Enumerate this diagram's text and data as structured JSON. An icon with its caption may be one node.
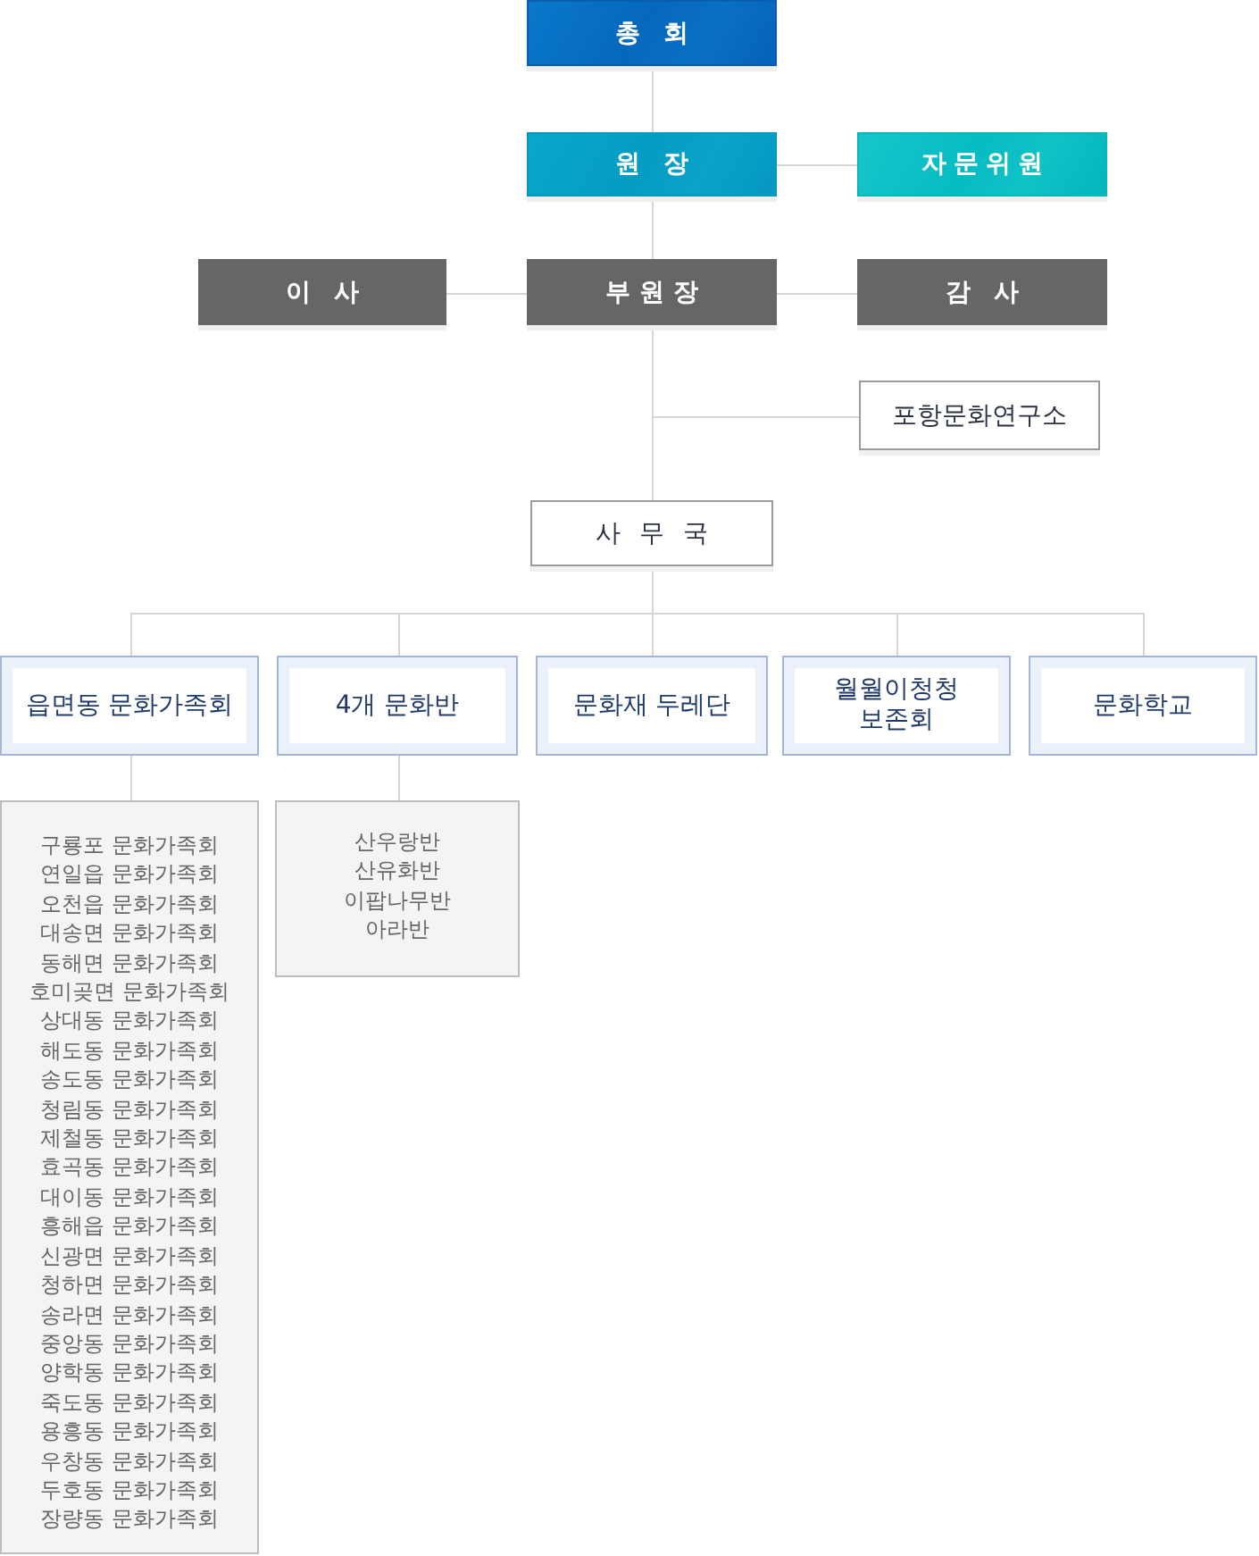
{
  "diagram": {
    "nodes": [
      {
        "text": [
          "총 회"
        ]
      },
      {
        "text": [
          "원 장"
        ]
      },
      {
        "text": [
          "자문위원"
        ]
      },
      {
        "text": [
          "이 사"
        ]
      },
      {
        "text": [
          "부원장"
        ]
      },
      {
        "text": [
          "감 사"
        ]
      },
      {
        "text": [
          "포항문화연구소"
        ]
      },
      {
        "text": [
          "사 무 국"
        ]
      },
      {
        "text": [
          "읍면동 문화가족회"
        ]
      },
      {
        "text": [
          "4개 문화반"
        ]
      },
      {
        "text": [
          "문화재 두레단"
        ]
      },
      {
        "text": [
          "월월이청청 보존회"
        ]
      },
      {
        "text": [
          "문화학교"
        ]
      },
      {
        "text": [
          "구룡포 문화가족회",
          "연일읍 문화가족회",
          "오천읍 문화가족회",
          "대송면 문화가족회",
          "동해면 문화가족회",
          "호미곶면 문화가족회",
          "상대동 문화가족회",
          "해도동 문화가족회",
          "송도동 문화가족회",
          "청림동 문화가족회",
          "제철동 문화가족회",
          "효곡동 문화가족회",
          "대이동 문화가족회",
          "흥해읍 문화가족회",
          "신광면 문화가족회",
          "청하면 문화가족회",
          "송라면 문화가족회",
          "중앙동 문화가족회",
          "양학동 문화가족회",
          "죽도동 문화가족회",
          "용흥동 문화가족회",
          "우창동 문화가족회",
          "두호동 문화가족회",
          "장량동 문화가족회"
        ]
      },
      {
        "text": [
          "산우랑반",
          "산유화반",
          "이팝나무반",
          "아라반"
        ]
      }
    ],
    "edges": [
      {
        "from": 0,
        "to": 1,
        "arrow": "none"
      },
      {
        "from": 1,
        "to": 2,
        "arrow": "none"
      },
      {
        "from": 1,
        "to": 4,
        "arrow": "none"
      },
      {
        "from": 4,
        "to": 3,
        "arrow": "none"
      },
      {
        "from": 4,
        "to": 5,
        "arrow": "none"
      },
      {
        "from": 4,
        "to": 6,
        "arrow": "none"
      },
      {
        "from": 4,
        "to": 7,
        "arrow": "none"
      },
      {
        "from": 7,
        "to": 8,
        "arrow": "none"
      },
      {
        "from": 7,
        "to": 9,
        "arrow": "none"
      },
      {
        "from": 7,
        "to": 10,
        "arrow": "none"
      },
      {
        "from": 7,
        "to": 11,
        "arrow": "none"
      },
      {
        "from": 7,
        "to": 12,
        "arrow": "none"
      },
      {
        "from": 8,
        "to": 13,
        "arrow": "none"
      },
      {
        "from": 9,
        "to": 14,
        "arrow": "none"
      }
    ]
  }
}
